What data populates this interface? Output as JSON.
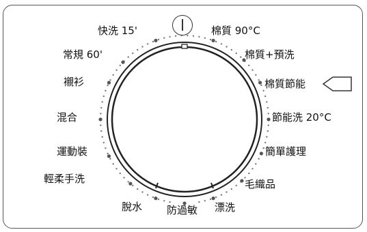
{
  "programs_left": [
    {
      "id": "quick",
      "label": "快洗 15'"
    },
    {
      "id": "regular",
      "label": "常規 60'"
    },
    {
      "id": "shirts",
      "label": "襯衫"
    },
    {
      "id": "mixed",
      "label": "混合"
    },
    {
      "id": "sportswear",
      "label": "運動裝"
    },
    {
      "id": "gentle-hand",
      "label": "輕柔手洗"
    },
    {
      "id": "spin",
      "label": "脫水"
    }
  ],
  "programs_bottom": [
    {
      "id": "anti-allergy",
      "label": "防過敏"
    }
  ],
  "programs_right": [
    {
      "id": "cotton90",
      "label": "棉質 90°C"
    },
    {
      "id": "cotton-prewash",
      "label": "棉質+預洗"
    },
    {
      "id": "cotton-eco",
      "label": "棉質節能"
    },
    {
      "id": "eco20",
      "label": "節能洗 20°C"
    },
    {
      "id": "easy-care",
      "label": "簡單護理"
    },
    {
      "id": "wool",
      "label": "毛織品"
    },
    {
      "id": "rinse",
      "label": "漂洗"
    }
  ],
  "power_icon": "power-icon",
  "eco_marker_icon": "tag-arrow-icon",
  "colors": {
    "line": "#222222",
    "dot": "#777777"
  }
}
